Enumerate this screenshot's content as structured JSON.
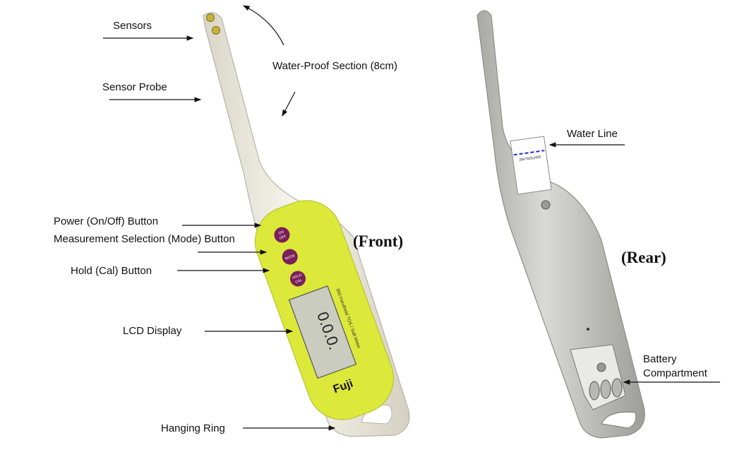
{
  "labels": {
    "sensors": "Sensors",
    "water_proof": "Water-Proof Section (8cm)",
    "sensor_probe": "Sensor Probe",
    "power_button": "Power (On/Off) Button",
    "mode_button": "Measurement Selection (Mode) Button",
    "hold_button": "Hold (Cal) Button",
    "lcd_display": "LCD Display",
    "hanging_ring": "Hanging Ring",
    "water_line": "Water Line",
    "battery_line1": "Battery",
    "battery_line2": "Compartment"
  },
  "headings": {
    "front": "(Front)",
    "rear": "(Rear)"
  },
  "device_front": {
    "btn_onoff_l1": "ON",
    "btn_onoff_l2": "OFF",
    "btn_mode": "MODE",
    "btn_hold_l1": "HOLD",
    "btn_hold_l2": "CAL",
    "lcd_value": "0.0.0.",
    "side_text": "360 Handheld TDS / Salt Meter",
    "brand": "Fuji"
  },
  "device_rear": {
    "waterline_label": "WATERLINE"
  },
  "colors": {
    "meter_body": "#f1efe4",
    "panel": "#dce83a",
    "button": "#7b1f5a",
    "lcd": "#c9ccbf",
    "rear_body": "#cdcdc8",
    "waterline_dash": "#1a2fc9"
  }
}
